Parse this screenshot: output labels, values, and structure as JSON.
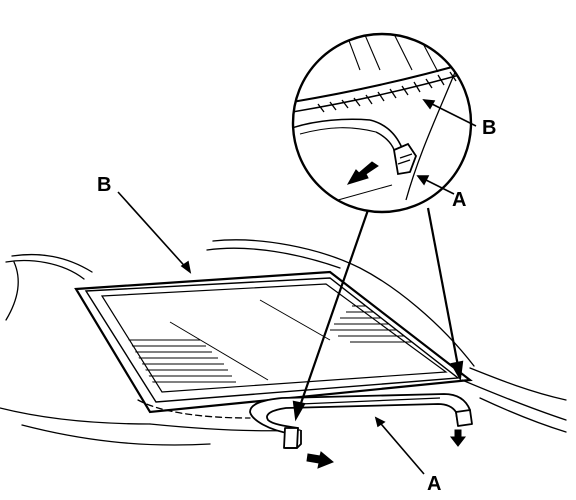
{
  "callouts": {
    "detail_b": "B",
    "detail_a": "A",
    "main_b": "B",
    "main_a": "A"
  }
}
